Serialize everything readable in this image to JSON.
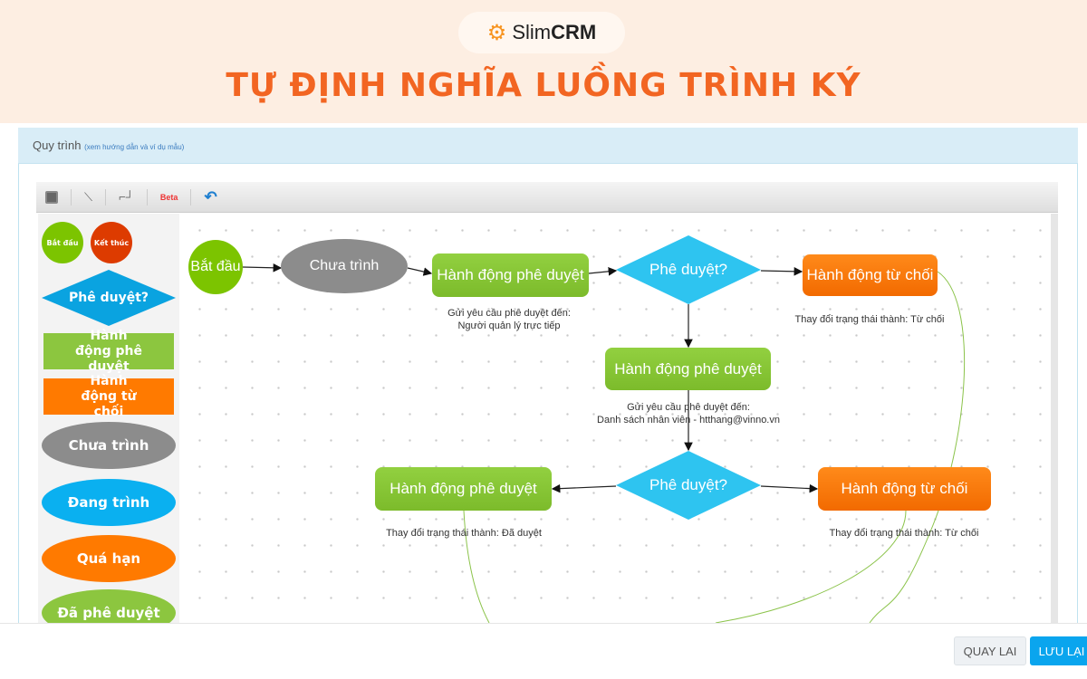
{
  "brand": {
    "logo_text_light": "Slim",
    "logo_text_bold": "CRM",
    "logo_icon": "gear-icon",
    "accent": "#f26522"
  },
  "hero_title": "TỰ ĐỊNH NGHĨA LUỒNG TRÌNH KÝ",
  "panel": {
    "title": "Quy trình",
    "help_link": "(xem hướng dẫn và ví dụ mẫu)"
  },
  "toolbar": [
    {
      "icon": "save-icon"
    },
    {
      "icon": "straight-connector-icon"
    },
    {
      "icon": "elbow-connector-icon"
    },
    {
      "icon": "beta-connector-icon",
      "text": "Beta"
    },
    {
      "icon": "undo-icon"
    }
  ],
  "palette": {
    "start": "Bắt đầu",
    "end": "Kết thúc",
    "decision": "Phê duyệt?",
    "approve": "Hành động phê duyệt",
    "reject": "Hành động từ chối",
    "not_submitted": "Chưa trình",
    "submitting": "Đang trình",
    "overdue": "Quá hạn",
    "approved": "Đã phê duyệt"
  },
  "flow": {
    "start": "Bắt đầu",
    "not_submitted": "Chưa trình",
    "approve1": "Hành động phê duyệt",
    "approve1_note1": "Gửi yêu cầu phê duyệt đến:",
    "approve1_note2": "Người quản lý trực tiếp",
    "decision1": "Phê duyệt?",
    "reject1": "Hành động từ chối",
    "reject1_note": "Thay đổi trạng thái thành: Từ chối",
    "approve2": "Hành động phê duyệt",
    "approve2_note1": "Gửi yêu cầu phê duyệt đến:",
    "approve2_note2": "Danh sách nhân viên - htthang@vinno.vn",
    "decision2": "Phê duyệt?",
    "approve3": "Hành động phê duyệt",
    "approve3_note": "Thay đổi trạng thái thành: Đã duyệt",
    "reject2": "Hành động từ chối",
    "reject2_note": "Thay đổi trạng thái thành: Từ chối"
  },
  "footer": {
    "back": "QUAY LAI",
    "save": "LƯU LẠI"
  },
  "colors": {
    "green": "#8cc63f",
    "orange": "#f57c00",
    "cyan": "#2ec4f0",
    "gray": "#8c8c8c",
    "red": "#dd3b00",
    "save_button": "#0aa5ee"
  }
}
